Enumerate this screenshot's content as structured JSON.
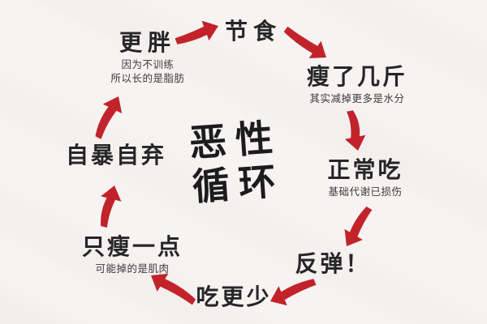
{
  "title": "恶性循环",
  "center": {
    "line1": "恶性",
    "line2": "循环"
  },
  "nodes": [
    {
      "id": "diet",
      "label": "节食",
      "sub": []
    },
    {
      "id": "lost-pounds",
      "label": "瘦了几斤",
      "sub": [
        "其实减掉更多是水分"
      ]
    },
    {
      "id": "eat-normal",
      "label": "正常吃",
      "sub": [
        "基础代谢已损伤"
      ]
    },
    {
      "id": "rebound",
      "label": "反弹！",
      "sub": []
    },
    {
      "id": "eat-less",
      "label": "吃更少",
      "sub": []
    },
    {
      "id": "lose-little",
      "label": "只瘦一点",
      "sub": [
        "可能掉的是肌肉"
      ]
    },
    {
      "id": "give-up",
      "label": "自暴自弃",
      "sub": []
    },
    {
      "id": "fatter",
      "label": "更胖",
      "sub": [
        "因为不训练",
        "所以长的是脂肪"
      ]
    }
  ],
  "edges": [
    {
      "from": "更胖",
      "to": "节食"
    },
    {
      "from": "节食",
      "to": "瘦了几斤"
    },
    {
      "from": "瘦了几斤",
      "to": "正常吃"
    },
    {
      "from": "正常吃",
      "to": "反弹！"
    },
    {
      "from": "反弹！",
      "to": "吃更少"
    },
    {
      "from": "吃更少",
      "to": "只瘦一点"
    },
    {
      "from": "只瘦一点",
      "to": "自暴自弃"
    },
    {
      "from": "自暴自弃",
      "to": "更胖"
    }
  ],
  "colors": {
    "arrow": "#c2232b",
    "text": "#262626",
    "subtext": "#3c3c3c",
    "center_text": "#1c1c1c",
    "background": "#f6f3f2"
  }
}
